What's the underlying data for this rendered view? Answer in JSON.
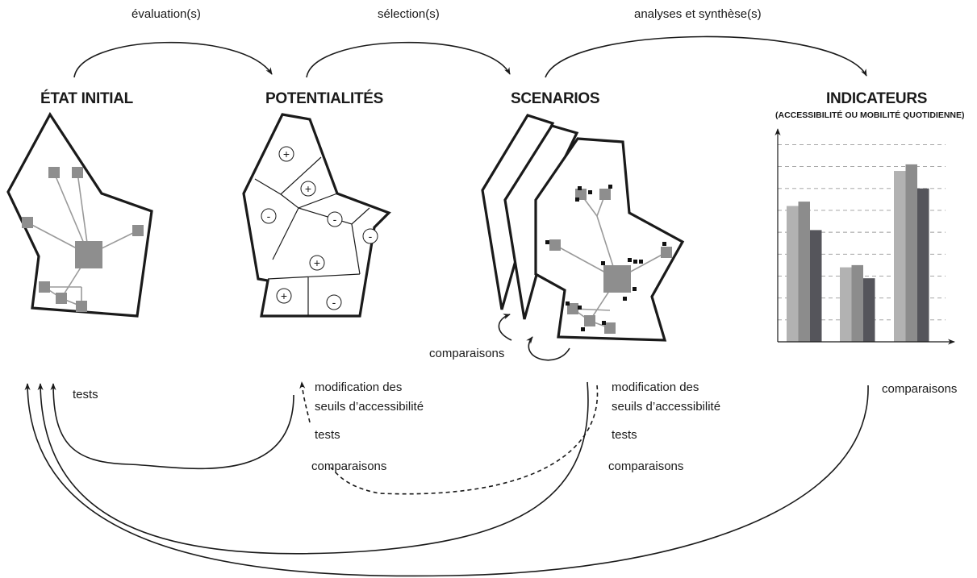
{
  "top_arrows": {
    "evaluation": "évaluation(s)",
    "selection": "sélection(s)",
    "analyses": "analyses et synthèse(s)"
  },
  "stages": {
    "etat_initial": "ÉTAT INITIAL",
    "potentialites": "POTENTIALITÉS",
    "scenarios": "SCENARIOS",
    "indicateurs": "INDICATEURS",
    "indicateurs_sub": "(ACCESSIBILITÉ OU MOBILITÉ QUOTIDIENNE)"
  },
  "zone_signs": [
    "+",
    "+",
    "-",
    "-",
    "-",
    "+",
    "+",
    "-"
  ],
  "scenarios_loop": "comparaisons",
  "feedback": {
    "left_tests": "tests",
    "mid_line1": "modification des",
    "mid_line2": "seuils d’accessibilité",
    "mid_tests": "tests",
    "mid_comparaisons": "comparaisons",
    "right_line1": "modification des",
    "right_line2": "seuils d’accessibilité",
    "right_tests": "tests",
    "right_comparaisons": "comparaisons",
    "far_right_comparaisons": "comparaisons"
  },
  "colors": {
    "ink": "#1a1a1a",
    "node": "#8e8e8e",
    "bar_light": "#b2b2b2",
    "bar_mid": "#8c8c8c",
    "bar_dark": "#55555b"
  },
  "chart_data": {
    "type": "bar",
    "categories": [
      "",
      "",
      ""
    ],
    "series": [
      {
        "values": [
          6.2,
          3.4,
          7.8
        ]
      },
      {
        "values": [
          6.4,
          3.5,
          8.1
        ]
      },
      {
        "values": [
          5.1,
          2.9,
          7.0
        ]
      }
    ],
    "ylim": [
      0,
      9.2
    ],
    "grid": true,
    "xlabel": "",
    "ylabel": ""
  }
}
